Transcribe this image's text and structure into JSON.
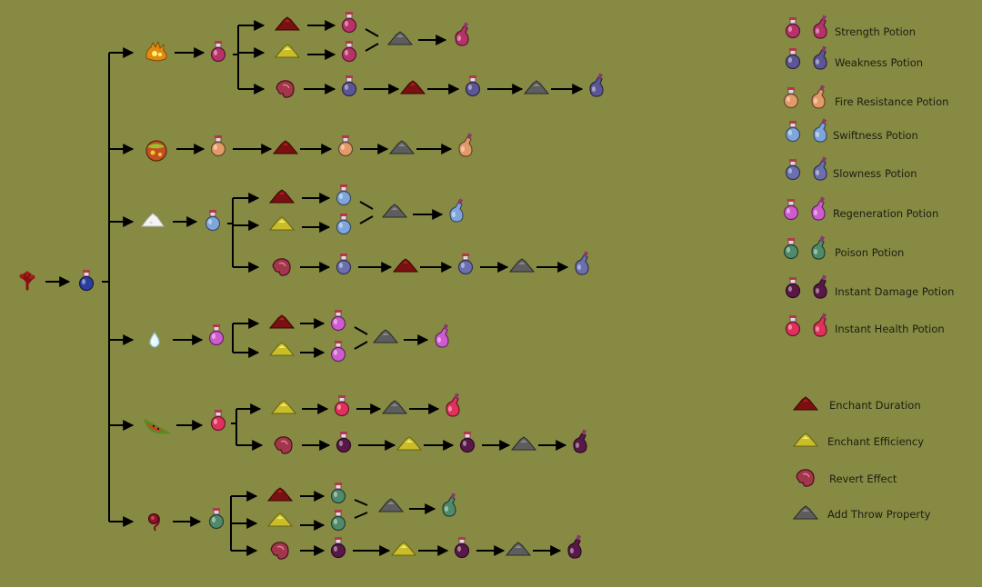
{
  "colors": {
    "background": "#878a43",
    "arrow": "#000000",
    "redstone": "#7a1010",
    "glowstone": "#c9bd2a",
    "fermented_spider_eye": "#a2374c",
    "gunpowder": "#5d5d5d"
  },
  "ingredient_icons": {
    "root": "nether-wart-icon",
    "row1": "blaze-powder-icon",
    "row2": "glistering-melon-icon",
    "row3": "sugar-icon",
    "row4": "ghast-tear-icon",
    "row5": "melon-slice-icon",
    "row6": "spider-eye-icon"
  },
  "potion_colors": {
    "awkward": "#2a3e9e",
    "strength": "#b8326a",
    "weakness": "#5c5696",
    "fire_resistance": "#e29a68",
    "swiftness": "#7fa6dc",
    "slowness": "#6a6fb0",
    "regeneration": "#cf5ccf",
    "poison": "#4f8a6a",
    "instant_damage": "#5a1848",
    "instant_health": "#e0305c"
  },
  "legend": {
    "potions": [
      {
        "label": "Strength Potion",
        "potion": "strength"
      },
      {
        "label": "Weakness Potion",
        "potion": "weakness"
      },
      {
        "label": "Fire Resistance Potion",
        "potion": "fire_resistance"
      },
      {
        "label": "Swiftness Potion",
        "potion": "swiftness"
      },
      {
        "label": "Slowness Potion",
        "potion": "slowness"
      },
      {
        "label": "Regeneration Potion",
        "potion": "regeneration"
      },
      {
        "label": "Poison Potion",
        "potion": "poison"
      },
      {
        "label": "Instant Damage Potion",
        "potion": "instant_damage"
      },
      {
        "label": "Instant Health Potion",
        "potion": "instant_health"
      }
    ],
    "modifiers": [
      {
        "label": "Enchant Duration",
        "icon": "redstone-icon"
      },
      {
        "label": "Enchant Efficiency",
        "icon": "glowstone-icon"
      },
      {
        "label": "Revert Effect",
        "icon": "fermented-spider-eye-icon"
      },
      {
        "label": "Add Throw Property",
        "icon": "gunpowder-icon"
      }
    ]
  }
}
